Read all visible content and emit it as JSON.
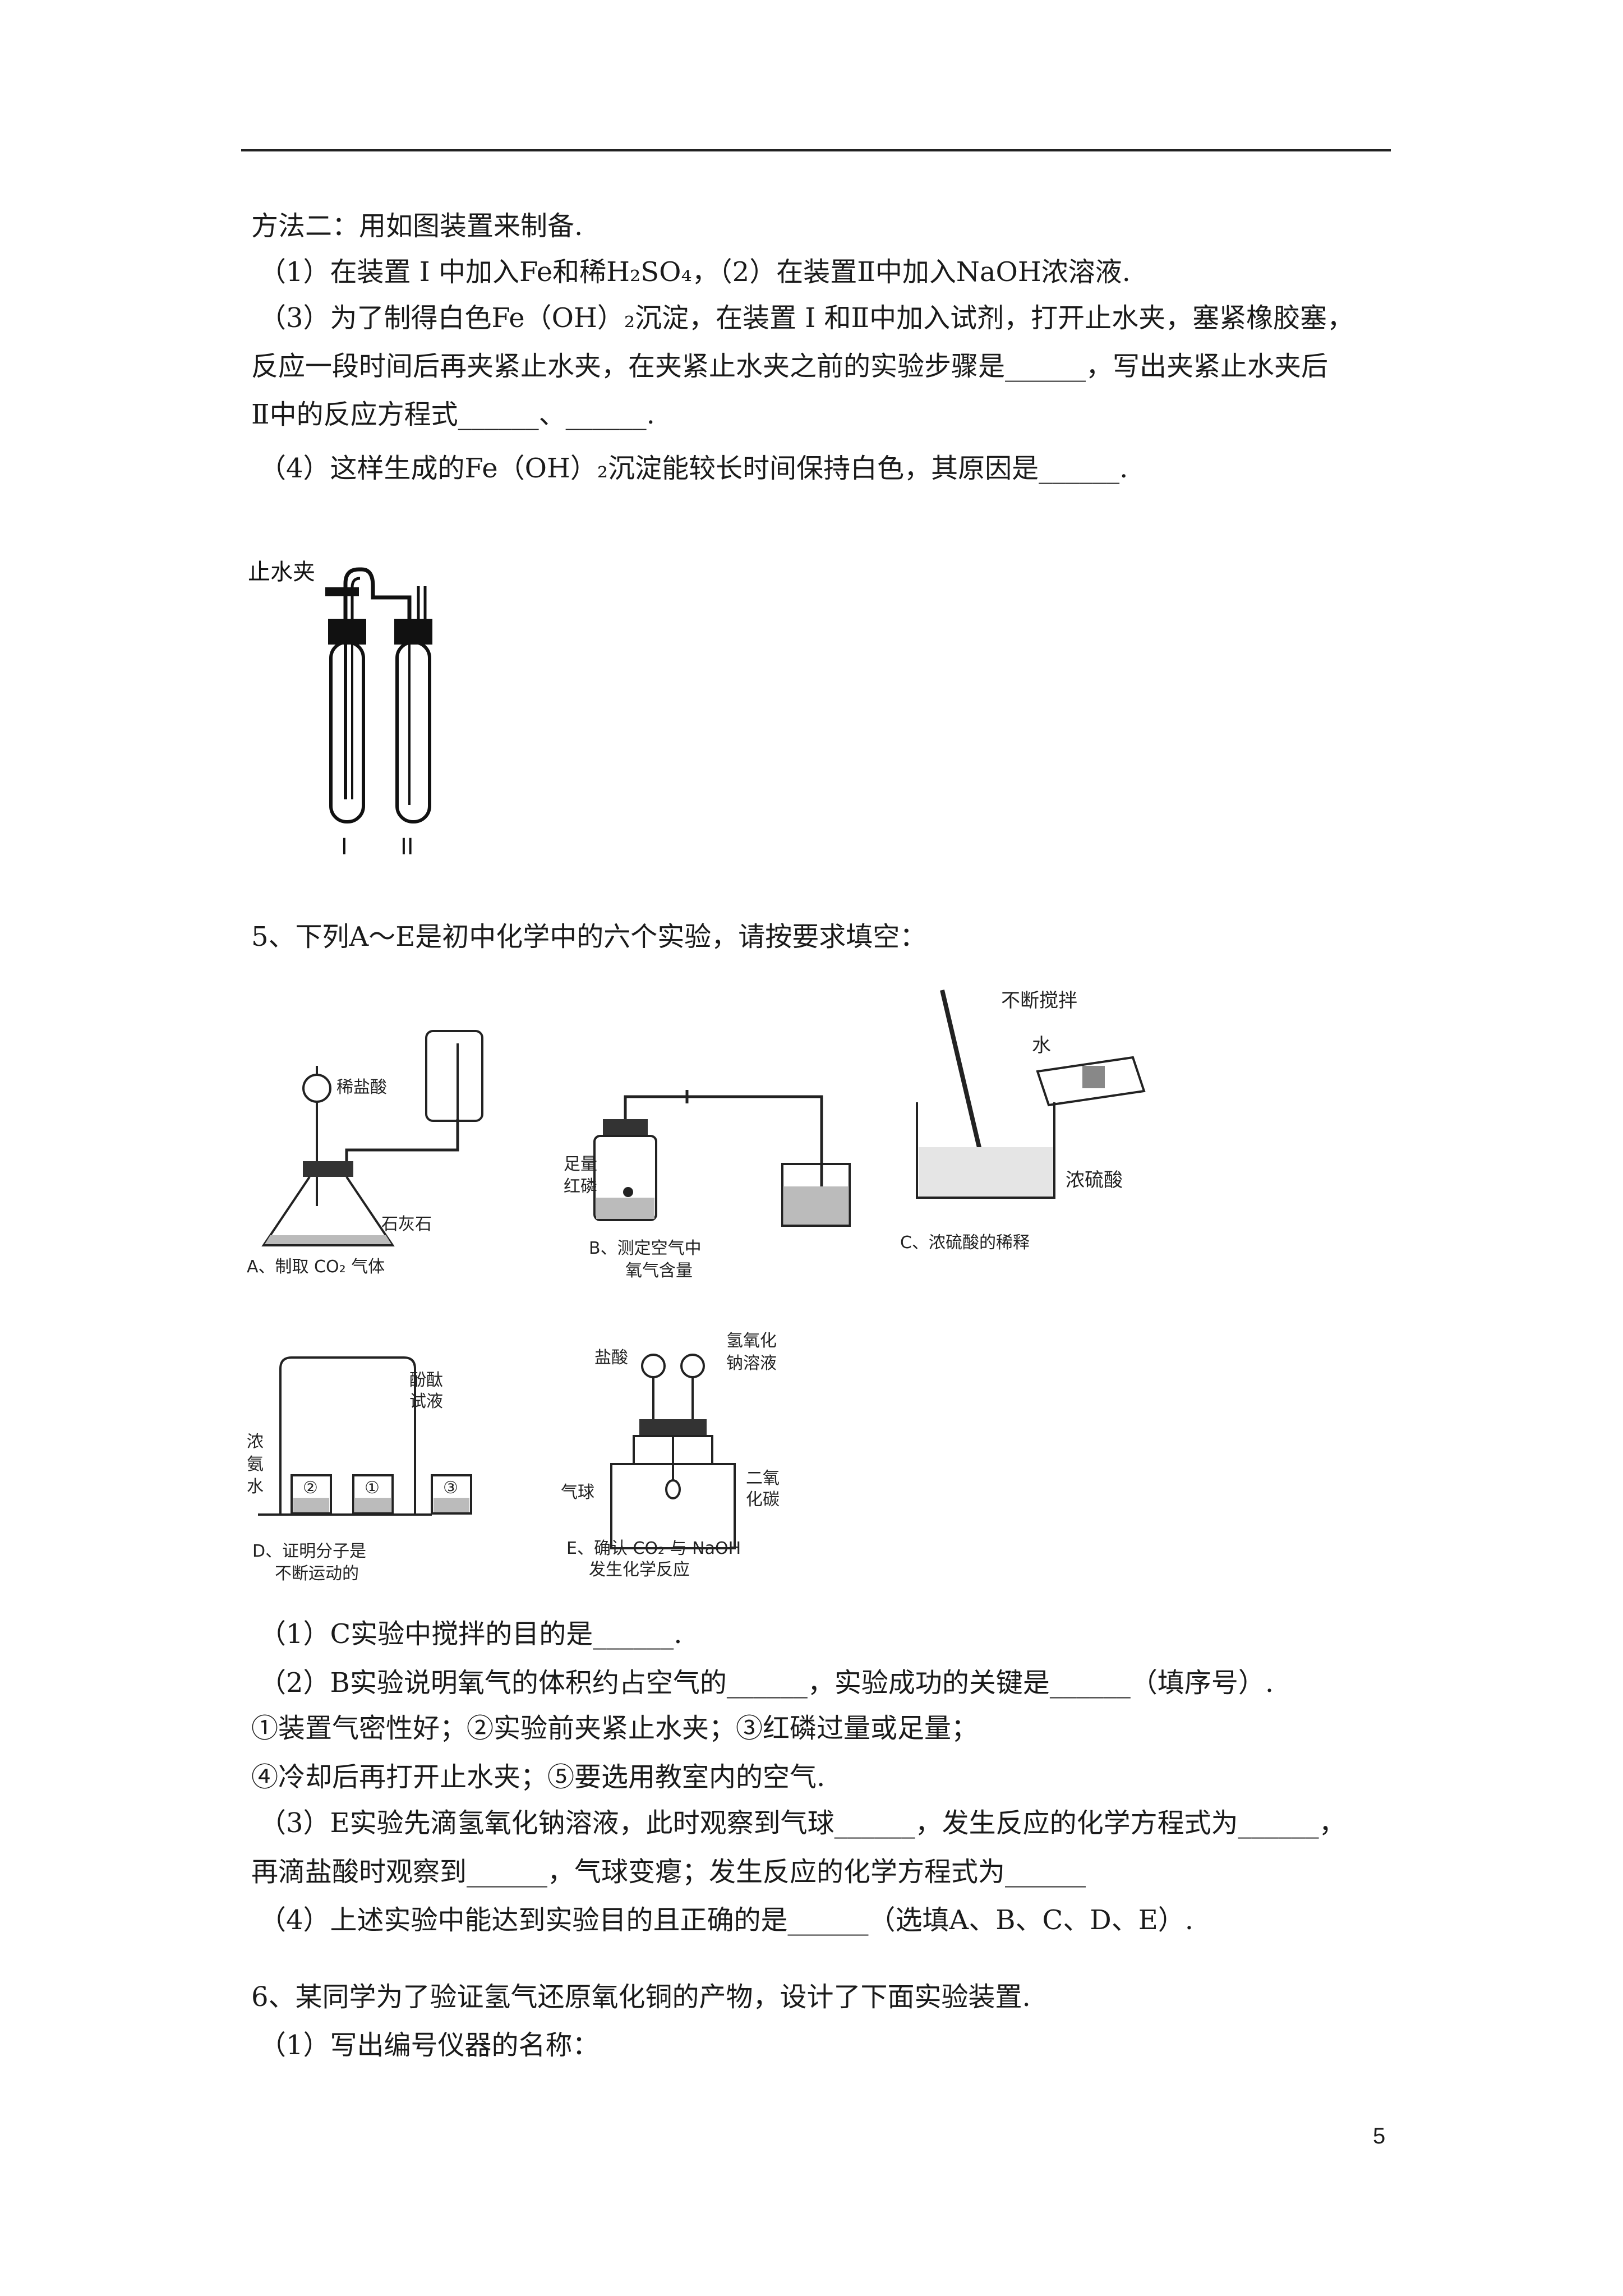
{
  "q4": {
    "lines": [
      "方法二：用如图装置来制备.",
      "（1）在装置 Ⅰ 中加入Fe和稀H₂SO₄，（2）在装置Ⅱ中加入NaOH浓溶液.",
      "（3）为了制得白色Fe（OH）₂沉淀，在装置 Ⅰ 和Ⅱ中加入试剂，打开止水夹，塞紧橡胶塞，",
      "反应一段时间后再夹紧止水夹，在夹紧止水夹之前的实验步骤是______，写出夹紧止水夹后",
      "Ⅱ中的反应方程式______、______.",
      "（4）这样生成的Fe（OH）₂沉淀能较长时间保持白色，其原因是______."
    ],
    "figure": {
      "clamp_label": "止水夹",
      "tube1": "I",
      "tube2": "II"
    }
  },
  "q5": {
    "intro": "5、下列A～E是初中化学中的六个实验，请按要求填空：",
    "figA": {
      "acid": "稀盐酸",
      "solid": "石灰石",
      "caption": "A、制取 CO₂ 气体"
    },
    "figB": {
      "label1": "足量",
      "label2": "红磷",
      "caption1": "B、测定空气中",
      "caption2": "氧气含量"
    },
    "figC": {
      "stir": "不断搅拌",
      "water": "水",
      "acid": "浓硫酸",
      "caption": "C、浓硫酸的稀释"
    },
    "figD": {
      "reagent1": "酚酞",
      "reagent2": "试液",
      "ammonia1": "浓",
      "ammonia2": "氨",
      "ammonia3": "水",
      "b1": "②",
      "b2": "①",
      "b3": "③",
      "caption1": "D、证明分子是",
      "caption2": "不断运动的"
    },
    "figE": {
      "hcl": "盐酸",
      "naoh1": "氢氧化",
      "naoh2": "钠溶液",
      "balloon": "气球",
      "co2a": "二氧",
      "co2b": "化碳",
      "caption1": "E、确认 CO₂ 与 NaOH",
      "caption2": "发生化学反应"
    },
    "lines": [
      "（1）C实验中搅拌的目的是______.",
      "（2）B实验说明氧气的体积约占空气的______，实验成功的关键是______（填序号）.",
      "①装置气密性好；②实验前夹紧止水夹；③红磷过量或足量；",
      "④冷却后再打开止水夹；⑤要选用教室内的空气.",
      "（3）E实验先滴氢氧化钠溶液，此时观察到气球______，发生反应的化学方程式为______，",
      "再滴盐酸时观察到______，气球变瘪；发生反应的化学方程式为______",
      "（4）上述实验中能达到实验目的且正确的是______（选填A、B、C、D、E）."
    ]
  },
  "q6": {
    "lines": [
      "6、某同学为了验证氢气还原氧化铜的产物，设计了下面实验装置.",
      "（1）写出编号仪器的名称："
    ]
  },
  "page_number": "5"
}
